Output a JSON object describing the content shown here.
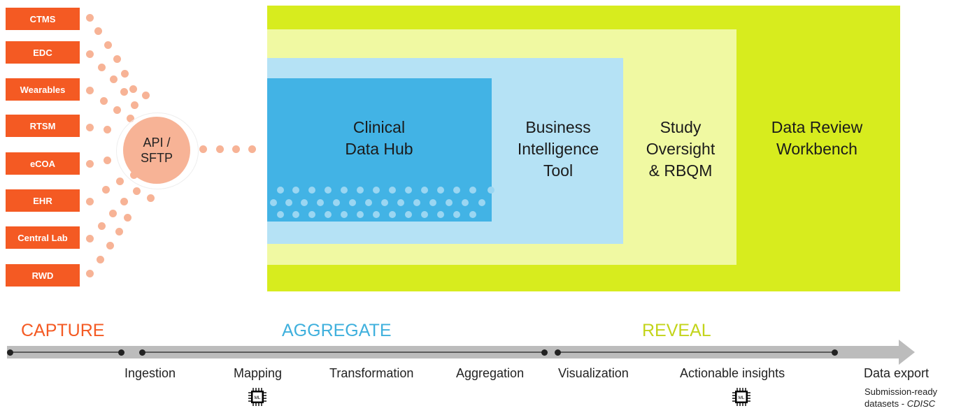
{
  "sources": [
    "CTMS",
    "EDC",
    "Wearables",
    "RTSM",
    "eCOA",
    "EHR",
    "Central Lab",
    "RWD"
  ],
  "connector": {
    "label_line1": "API /",
    "label_line2": "SFTP"
  },
  "boxes": {
    "hub": {
      "line1": "Clinical",
      "line2": "Data Hub"
    },
    "bi": {
      "line1": "Business",
      "line2": "Intelligence",
      "line3": "Tool"
    },
    "oversight": {
      "line1": "Study",
      "line2": "Oversight",
      "line3": "& RBQM"
    },
    "workbench": {
      "line1": "Data Review",
      "line2": "Workbench"
    }
  },
  "phases": {
    "capture": "CAPTURE",
    "aggregate": "AGGREGATE",
    "reveal": "REVEAL"
  },
  "steps": {
    "ingestion": "Ingestion",
    "mapping": "Mapping",
    "transformation": "Transformation",
    "aggregation": "Aggregation",
    "visualization": "Visualization",
    "insights": "Actionable insights",
    "export": "Data export",
    "export_sub1": "Submission-ready",
    "export_sub2_prefix": "datasets - ",
    "export_sub2_italic": "CDISC"
  },
  "icons": {
    "ml_chip": "ML"
  },
  "colors": {
    "source_orange": "#f45a23",
    "capture_orange": "#f45a23",
    "aggregate_blue": "#3fb0dd",
    "reveal_green": "#c3d41a",
    "workbench_lime": "#d7ec1e",
    "oversight_pale": "#f0f9a2",
    "bi_lightblue": "#b5e2f5",
    "hub_blue": "#42b3e5"
  }
}
